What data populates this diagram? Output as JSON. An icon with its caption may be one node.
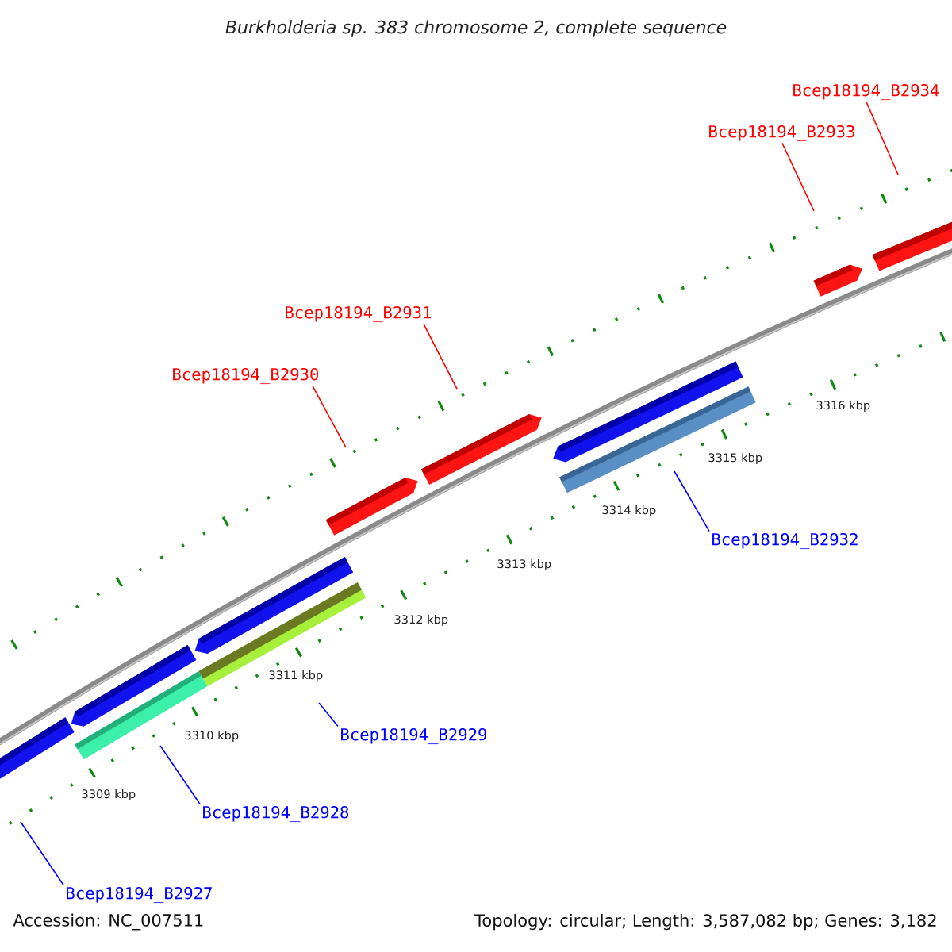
{
  "diagram": {
    "title": "Burkholderia sp. 383 chromosome 2, complete sequence",
    "nodes": [
      {
        "text": [
          "Bcep18194_B2934"
        ]
      },
      {
        "text": [
          "Bcep18194_B2933"
        ]
      },
      {
        "text": [
          "Bcep18194_B2931"
        ]
      },
      {
        "text": [
          "Bcep18194_B2930"
        ]
      },
      {
        "text": [
          "Bcep18194_B2932"
        ]
      },
      {
        "text": [
          "Bcep18194_B2929"
        ]
      },
      {
        "text": [
          "Bcep18194_B2928"
        ]
      },
      {
        "text": [
          "Bcep18194_B2927"
        ]
      }
    ],
    "edges": [
      {
        "from": 0,
        "to": null,
        "arrow": "none"
      },
      {
        "from": 1,
        "to": null,
        "arrow": "none"
      },
      {
        "from": 2,
        "to": null,
        "arrow": "none"
      },
      {
        "from": 3,
        "to": null,
        "arrow": "none"
      },
      {
        "from": 4,
        "to": null,
        "arrow": "none",
        "color": "#0000ff"
      },
      {
        "from": 5,
        "to": null,
        "arrow": "none",
        "color": "#0000ff"
      },
      {
        "from": 6,
        "to": null,
        "arrow": "none",
        "color": "#0000ff"
      },
      {
        "from": 7,
        "to": null,
        "arrow": "none",
        "color": "#0000ff"
      }
    ],
    "labels": [
      "3316 kbp",
      "3315 kbp",
      "3314 kbp",
      "3313 kbp",
      "3312 kbp",
      "3311 kbp",
      "3310 kbp",
      "3309 kbp",
      "Accession: NC_007511",
      "Topology: circular; Length: 3,587,082 bp; Genes: 3,182"
    ]
  }
}
